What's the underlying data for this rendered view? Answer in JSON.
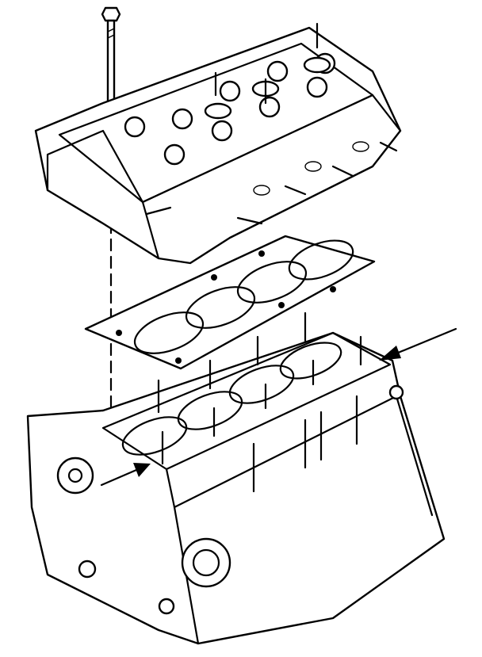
{
  "diagram": {
    "colors": {
      "line": "#000000",
      "background": "#ffffff"
    },
    "components": [
      "cylinder-head",
      "head-bolt",
      "head-gasket",
      "engine-block",
      "locating-arrows"
    ]
  }
}
